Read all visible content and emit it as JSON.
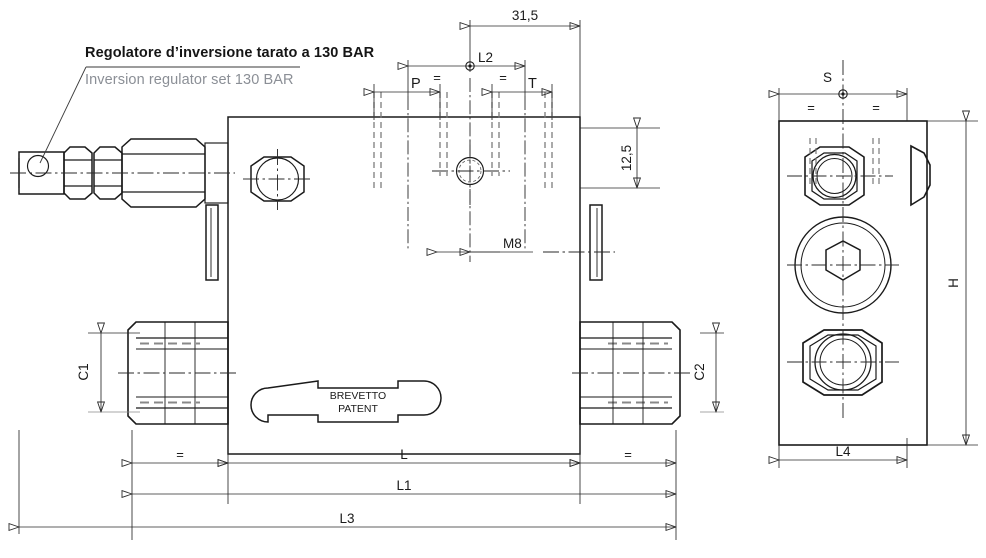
{
  "drawing": {
    "type": "technical-engineering-drawing",
    "subject": "hydraulic valve assembly",
    "views": [
      "side-section-view",
      "end-view"
    ],
    "line_color": "#1a1a1a",
    "dim_color": "#3a3a3a",
    "secondary_text_color": "#8b8f96"
  },
  "annotations": {
    "italian": "Regolatore d’inversione tarato a 130 BAR",
    "english": "Inversion regulator set 130 BAR"
  },
  "nameplate": {
    "line1": "BREVETTO",
    "line2": "PATENT"
  },
  "dimensions": {
    "top": {
      "offset_31_5": "31,5",
      "center_port": "L2",
      "left_port": "P",
      "right_port": "T",
      "equal_left": "=",
      "equal_right": "=",
      "height_12_5": "12,5",
      "thread": "M8"
    },
    "side": {
      "left_port_bore": "C1",
      "right_port_bore": "C2"
    },
    "bottom": {
      "equal_left": "=",
      "body_length": "L",
      "equal_right": "=",
      "length_1": "L1",
      "length_3": "L3"
    },
    "end_view": {
      "width_top": "S",
      "equal_left": "=",
      "equal_right": "=",
      "height": "H",
      "width_bottom": "L4"
    }
  }
}
